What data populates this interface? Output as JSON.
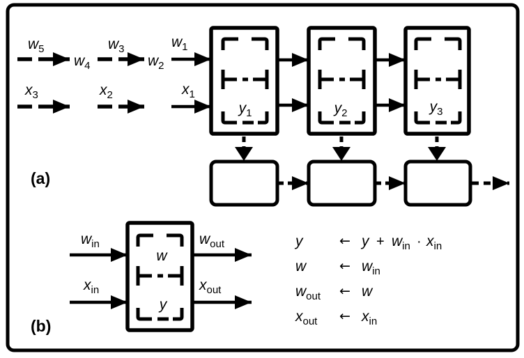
{
  "colors": {
    "ink": "#000000",
    "paper": "#ffffff"
  },
  "panel_a": {
    "label": "(a)",
    "w_stream": [
      {
        "b": "w",
        "s": "5"
      },
      {
        "b": "w",
        "s": "4"
      },
      {
        "b": "w",
        "s": "3"
      },
      {
        "b": "w",
        "s": "2"
      },
      {
        "b": "w",
        "s": "1"
      }
    ],
    "x_stream": [
      {
        "b": "x",
        "s": "3"
      },
      {
        "b": "x",
        "s": "2"
      },
      {
        "b": "x",
        "s": "1"
      }
    ],
    "cell_labels": [
      {
        "b": "y",
        "s": "1"
      },
      {
        "b": "y",
        "s": "2"
      },
      {
        "b": "y",
        "s": "3"
      }
    ]
  },
  "panel_b": {
    "label": "(b)",
    "in_labels": [
      {
        "b": "w",
        "s": "in"
      },
      {
        "b": "x",
        "s": "in"
      }
    ],
    "out_labels": [
      {
        "b": "w",
        "s": "out"
      },
      {
        "b": "x",
        "s": "out"
      }
    ],
    "reg_labels": [
      {
        "b": "w"
      },
      {
        "b": "y"
      }
    ],
    "equations": {
      "assign_glyph": "←",
      "rows": [
        {
          "lhs": {
            "b": "y"
          },
          "rhs1": {
            "b": "y"
          },
          "op1": "+",
          "rhs2": {
            "b": "w",
            "s": "in"
          },
          "op2": "·",
          "rhs3": {
            "b": "x",
            "s": "in"
          }
        },
        {
          "lhs": {
            "b": "w"
          },
          "rhs1": {
            "b": "w",
            "s": "in"
          }
        },
        {
          "lhs": {
            "b": "w",
            "s": "out"
          },
          "rhs1": {
            "b": "w"
          }
        },
        {
          "lhs": {
            "b": "x",
            "s": "out"
          },
          "rhs1": {
            "b": "x",
            "s": "in"
          }
        }
      ]
    }
  }
}
